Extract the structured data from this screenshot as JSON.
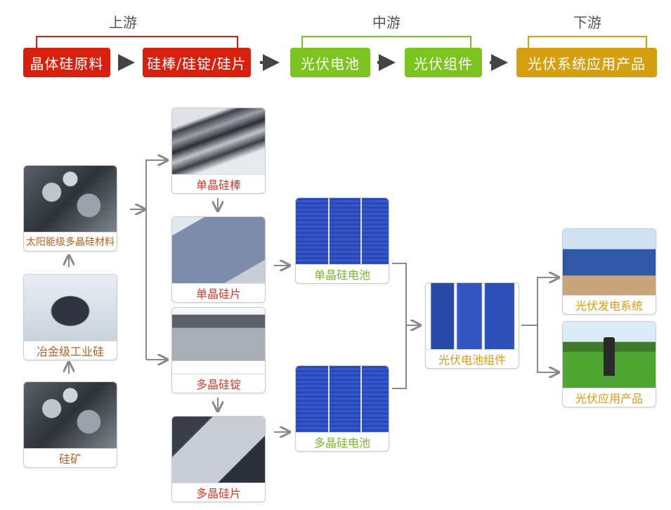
{
  "stages": {
    "upstream": "上游",
    "midstream": "中游",
    "downstream": "下游"
  },
  "chain": [
    "晶体硅原料",
    "硅棒/硅锭/硅片",
    "光伏电池",
    "光伏组件",
    "光伏系统应用产品"
  ],
  "raw": [
    "太阳能级多晶硅材料",
    "冶金级工业硅",
    "硅矿"
  ],
  "wafers": [
    "单晶硅棒",
    "单晶硅片",
    "多晶硅锭",
    "多晶硅片"
  ],
  "cells": [
    "单晶硅电池",
    "多晶硅电池"
  ],
  "module": "光伏电池组件",
  "apps": [
    "光伏发电系统",
    "光伏应用产品"
  ],
  "colors": {
    "upstream": "#d8200e",
    "midstream": "#7cc520",
    "downstream": "#d4a012"
  }
}
